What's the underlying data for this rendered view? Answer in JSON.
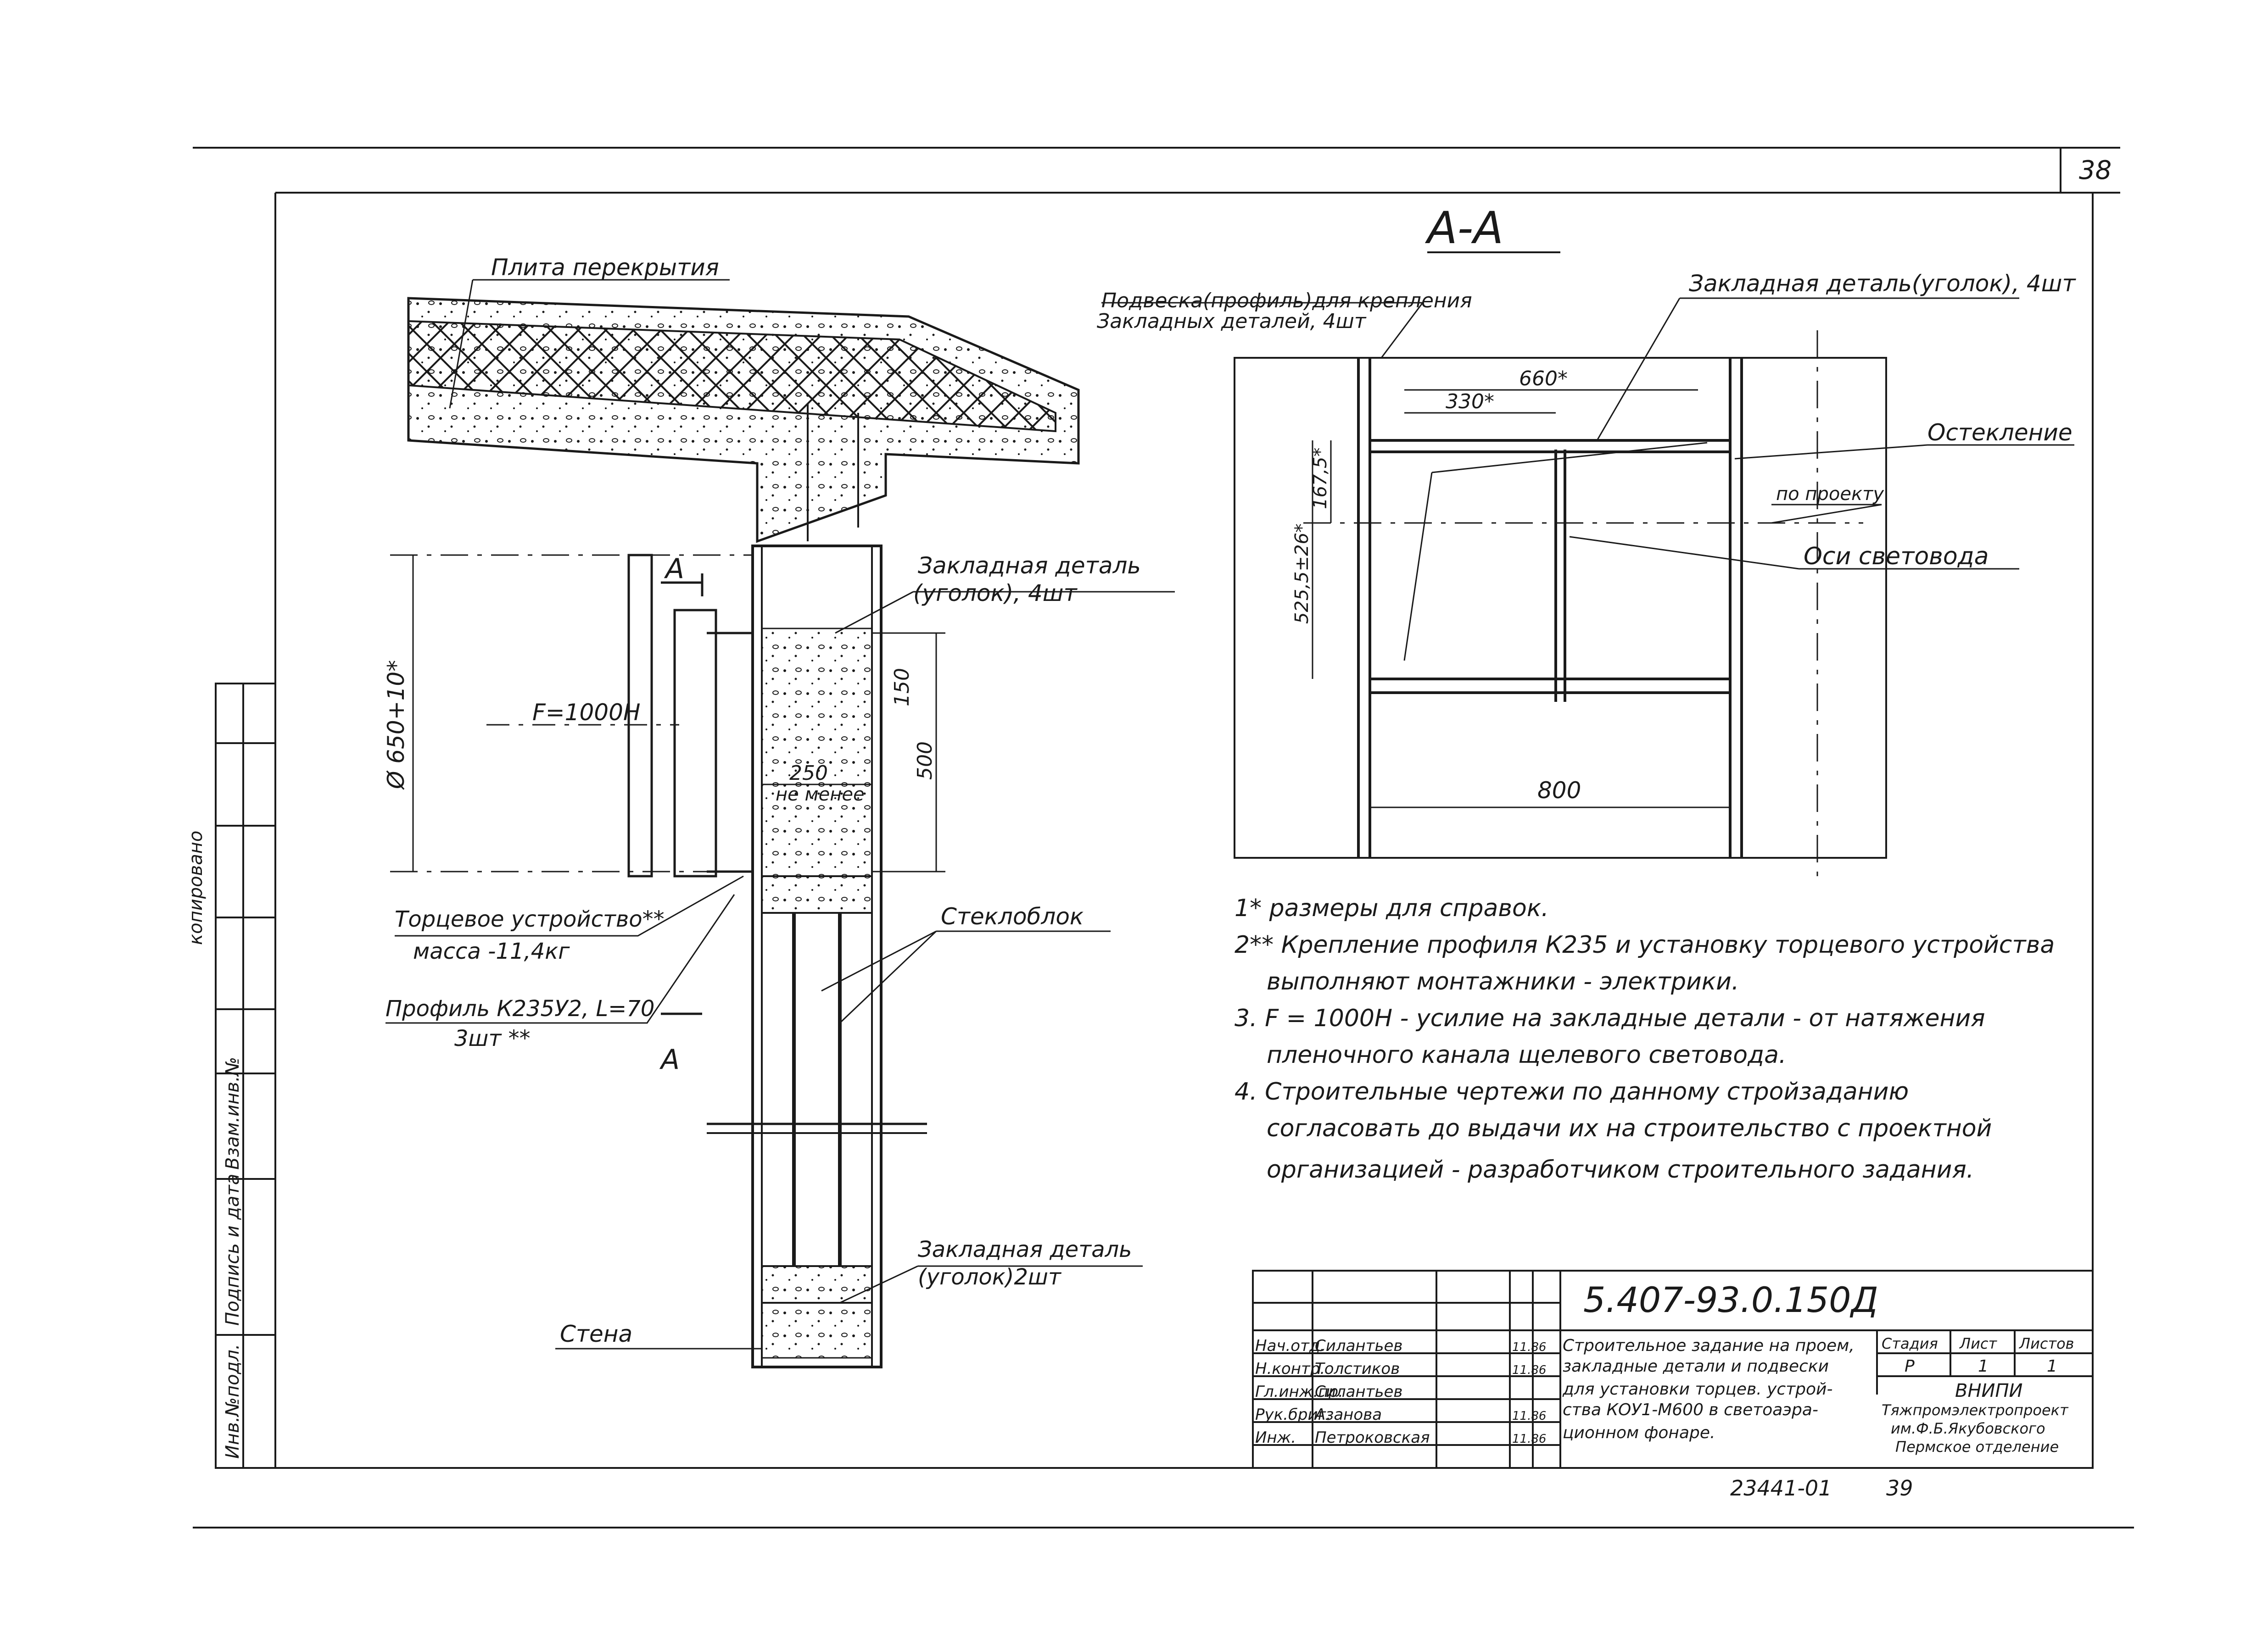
{
  "sheet": {
    "page_number": "38",
    "section_title": "А-А",
    "doc_code": "5.407-93.0.150Д",
    "archive_number": "23441-01",
    "archive_page": "39",
    "margin_mark": "копировано"
  },
  "left_view": {
    "slab_label": "Плита перекрытия",
    "embedded_part_label_1": "Закладная деталь",
    "embedded_part_label_2": "(уголок), 4шт",
    "force_label": "F=1000Н",
    "diameter_dim": "Ø 650+10*",
    "dim_150": "150",
    "dim_500": "500",
    "dim_250": "250",
    "dim_not_less": "не менее",
    "cut_mark_top": "А",
    "cut_mark_bottom": "А",
    "end_device_label_1": "Торцевое устройство**",
    "end_device_label_2": "масса -11,4кг",
    "profile_label_1": "Профиль К235У2, L=70",
    "profile_label_2": "3шт **",
    "glass_block_label": "Стеклоблок",
    "embedded_part_bottom_1": "Закладная деталь",
    "embedded_part_bottom_2": "(уголок)2шт",
    "wall_label": "Стена"
  },
  "section_view": {
    "hanger_label_1": "Подвеска(профиль)для крепления",
    "hanger_label_2": "Закладных деталей, 4шт",
    "embedded_label": "Закладная деталь(уголок), 4шт",
    "dim_660": "660*",
    "dim_330": "330*",
    "dim_167": "167,5*",
    "dim_525": "525,5±26*",
    "dim_800": "800",
    "glazing_label": "Остекление",
    "per_project_label": "по проекту",
    "axis_label": "Оси световода"
  },
  "notes": [
    "1* размеры для справок.",
    "2** Крепление профиля К235 и установку торцевого устройства",
    "выполняют монтажники - электрики.",
    "3. F = 1000Н - усилие на закладные детали - от натяжения",
    "пленочного канала щелевого световода.",
    "4. Строительные чертежи по данному стройзаданию",
    "согласовать до выдачи их на строительство с проектной",
    "организацией - разработчиком строительного задания."
  ],
  "title_block": {
    "people": [
      {
        "role": "Нач.отд.",
        "name": "Силантьев",
        "date": "11.86"
      },
      {
        "role": "Н.контр.",
        "name": "Толстиков",
        "date": "11.86"
      },
      {
        "role": "Гл.инж.пр.",
        "name": "Силантьев",
        "date": ""
      },
      {
        "role": "Рук.бриг.",
        "name": "Азанова",
        "date": "11.86"
      },
      {
        "role": "Инж.",
        "name": "Петроковская",
        "date": "11.86"
      }
    ],
    "description": [
      "Строительное задание на проем,",
      "закладные детали и подвески",
      "для установки торцев. устрой-",
      "ства КОУ1-М600 в светоаэра-",
      "ционном фонаре."
    ],
    "stage_header": "Стадия",
    "sheet_header": "Лист",
    "sheets_header": "Листов",
    "stage_value": "Р",
    "sheet_value": "1",
    "sheets_value": "1",
    "org": [
      "ВНИПИ",
      "Тяжпромэлектропроект",
      "им.Ф.Б.Якубовского",
      "Пермское отделение"
    ]
  },
  "side_stamp": {
    "inv_label": "Инв.№подл.",
    "sign_label": "Подпись и дата",
    "replace_label": "Взам.инв.№"
  }
}
